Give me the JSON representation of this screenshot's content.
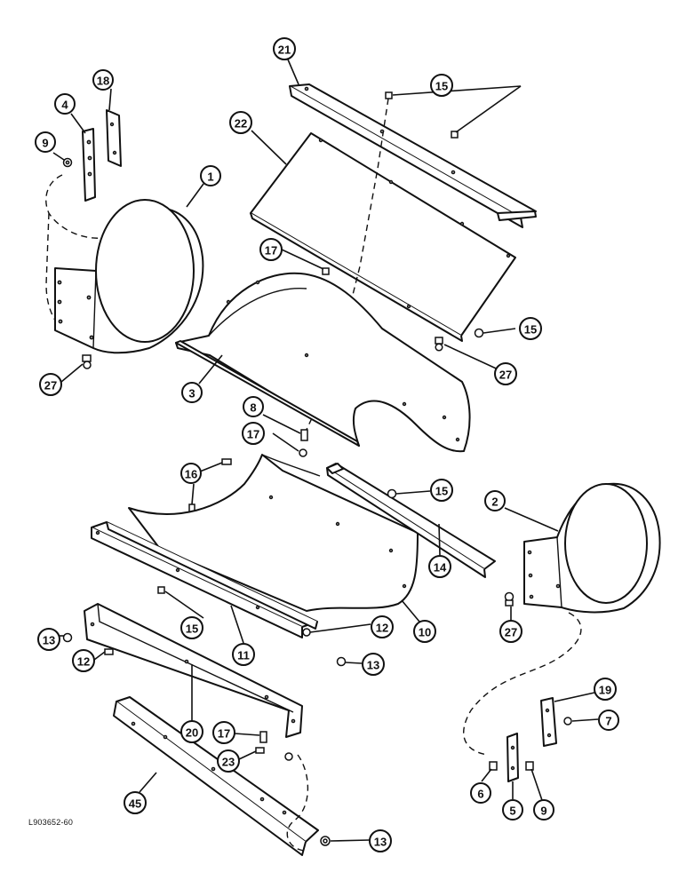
{
  "figure": {
    "reference_code": "L903652-60"
  },
  "callouts": {
    "c1": "1",
    "c2": "2",
    "c3": "3",
    "c4": "4",
    "c5": "5",
    "c6": "6",
    "c7": "7",
    "c8": "8",
    "c9a": "9",
    "c9b": "9",
    "c10": "10",
    "c11": "11",
    "c12a": "12",
    "c12b": "12",
    "c13a": "13",
    "c13b": "13",
    "c13c": "13",
    "c14": "14",
    "c15a": "15",
    "c15b": "15",
    "c15c": "15",
    "c15d": "15",
    "c16": "16",
    "c17a": "17",
    "c17b": "17",
    "c17c": "17",
    "c18": "18",
    "c19": "19",
    "c20": "20",
    "c21": "21",
    "c22": "22",
    "c23": "23",
    "c27a": "27",
    "c27b": "27",
    "c27c": "27",
    "c45": "45"
  }
}
